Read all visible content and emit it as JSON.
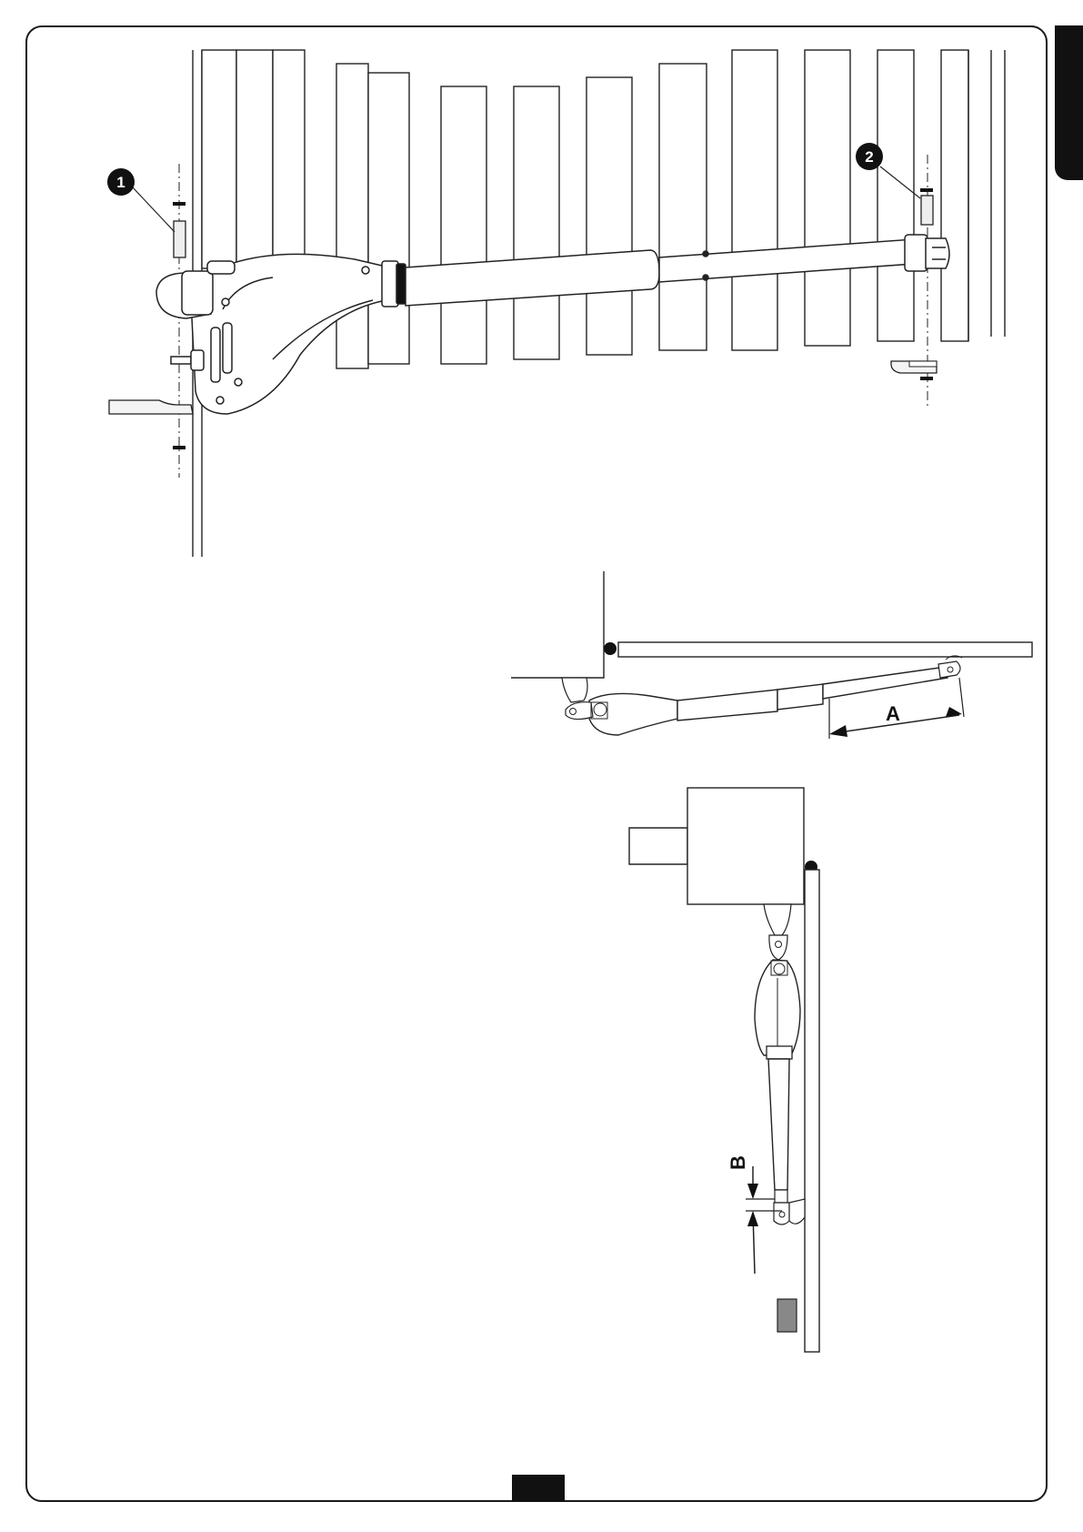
{
  "callouts": {
    "c1": "1",
    "c2": "2"
  },
  "dimensions": {
    "a": "A",
    "b": "B"
  },
  "page_number": ""
}
